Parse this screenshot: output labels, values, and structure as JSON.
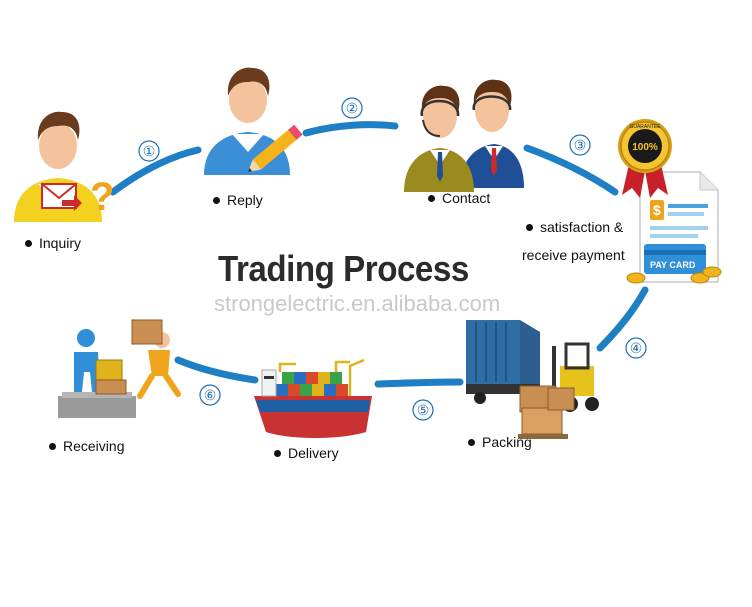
{
  "diagram": {
    "title": "Trading Process",
    "watermark": "strongelectric.en.alibaba.com",
    "accent_color": "#1f7fc4",
    "steps": [
      {
        "name": "Inquiry",
        "icon": "person-question-icon"
      },
      {
        "name": "Reply",
        "icon": "person-pencil-icon"
      },
      {
        "name": "Contact",
        "icon": "businessmen-headset-icon"
      },
      {
        "line1": "satisfaction &",
        "line2": "receive payment",
        "icon": "pay-card-guarantee-icon"
      },
      {
        "name": "Packing",
        "icon": "container-forklift-icon"
      },
      {
        "name": "Delivery",
        "icon": "cargo-ship-icon"
      },
      {
        "name": "Receiving",
        "icon": "courier-boxes-icon"
      }
    ],
    "connectors": [
      "①",
      "②",
      "③",
      "④",
      "⑤",
      "⑥"
    ]
  }
}
